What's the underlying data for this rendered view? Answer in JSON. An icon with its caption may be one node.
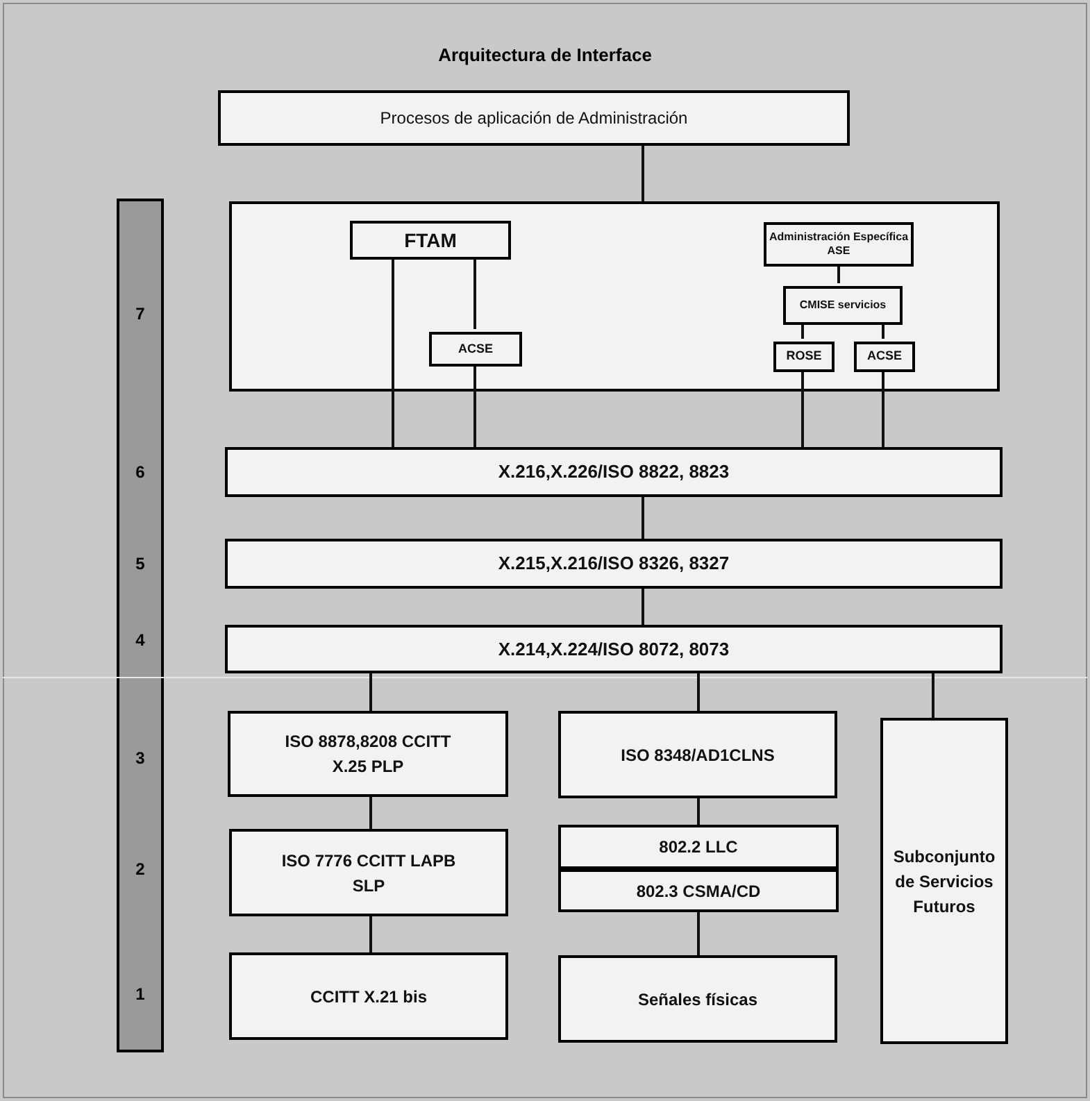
{
  "diagram": {
    "title": "Arquitectura de Interface",
    "nodes": [
      {
        "text": [
          "Procesos de aplicación de Administración"
        ]
      },
      {
        "text": [],
        "shape": "box"
      },
      {
        "text": [
          "FTAM"
        ],
        "in": 1
      },
      {
        "text": [
          "ACSE"
        ],
        "in": 1
      },
      {
        "text": [
          "Administración Específica ASE"
        ],
        "in": 1
      },
      {
        "text": [
          "CMISE servicios"
        ],
        "in": 1
      },
      {
        "text": [
          "ROSE"
        ],
        "in": 1
      },
      {
        "text": [
          "ACSE"
        ],
        "in": 1
      },
      {
        "text": [
          "X.216,X.226/ISO 8822, 8823"
        ]
      },
      {
        "text": [
          "X.215,X.216/ISO 8326, 8327"
        ]
      },
      {
        "text": [
          "X.214,X.224/ISO 8072, 8073"
        ]
      },
      {
        "text": [
          "ISO 8878,8208 CCITT X.25 PLP"
        ]
      },
      {
        "text": [
          "ISO 8348/AD1CLNS"
        ]
      },
      {
        "text": [
          "Subconjunto de Servicios Futuros"
        ]
      },
      {
        "text": [
          "ISO 7776 CCITT LAPB SLP"
        ]
      },
      {
        "text": [
          "802.2 LLC"
        ]
      },
      {
        "text": [
          "802.3 CSMA/CD"
        ]
      },
      {
        "text": [
          "CCITT X.21 bis"
        ]
      },
      {
        "text": [
          "Señales físicas"
        ]
      }
    ],
    "edges": [
      {
        "from": 0,
        "to": 1,
        "arrow": "none"
      },
      {
        "from": 2,
        "to": 8,
        "arrow": "none"
      },
      {
        "from": 2,
        "to": 3,
        "arrow": "none"
      },
      {
        "from": 3,
        "to": 8,
        "arrow": "none"
      },
      {
        "from": 4,
        "to": 5,
        "arrow": "none"
      },
      {
        "from": 5,
        "to": 6,
        "arrow": "none"
      },
      {
        "from": 6,
        "to": 8,
        "arrow": "none"
      },
      {
        "from": 5,
        "to": 7,
        "arrow": "none"
      },
      {
        "from": 7,
        "to": 8,
        "arrow": "none"
      },
      {
        "from": 8,
        "to": 9,
        "arrow": "none"
      },
      {
        "from": 9,
        "to": 10,
        "arrow": "none"
      },
      {
        "from": 10,
        "to": 11,
        "arrow": "none"
      },
      {
        "from": 10,
        "to": 12,
        "arrow": "none"
      },
      {
        "from": 10,
        "to": 13,
        "arrow": "none"
      },
      {
        "from": 11,
        "to": 14,
        "arrow": "none"
      },
      {
        "from": 12,
        "to": 15,
        "arrow": "none"
      },
      {
        "from": 14,
        "to": 17,
        "arrow": "none"
      },
      {
        "from": 16,
        "to": 18,
        "arrow": "none"
      }
    ],
    "labels": [
      "7",
      "6",
      "5",
      "4",
      "3",
      "2",
      "1"
    ]
  }
}
